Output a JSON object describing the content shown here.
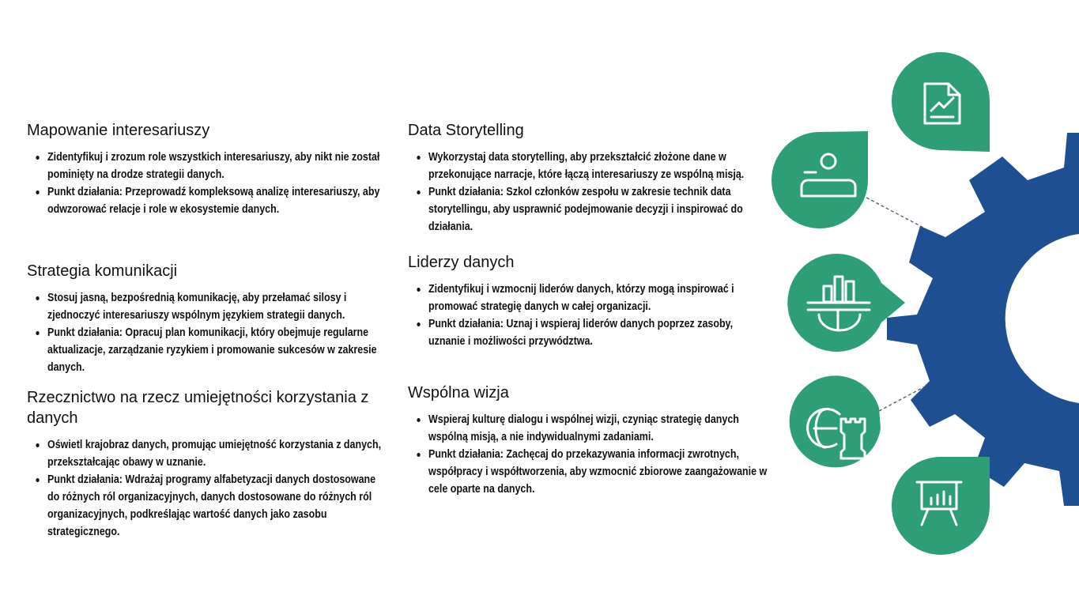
{
  "sections": {
    "mapowanie": {
      "title": "Mapowanie interesariuszy",
      "bullets": [
        "Zidentyfikuj i zrozum role wszystkich interesariuszy, aby nikt nie został pominięty na drodze strategii danych.",
        "Punkt działania: Przeprowadź kompleksową analizę interesariuszy, aby odwzorować relacje i role w ekosystemie danych."
      ]
    },
    "strategia": {
      "title": "Strategia komunikacji",
      "bullets": [
        "Stosuj jasną, bezpośrednią komunikację, aby przełamać silosy i zjednoczyć interesariuszy wspólnym językiem strategii danych.",
        "Punkt działania: Opracuj plan komunikacji, który obejmuje regularne aktualizacje, zarządzanie ryzykiem i promowanie sukcesów w zakresie danych."
      ]
    },
    "rzecznictwo": {
      "title": "Rzecznictwo na rzecz umiejętności korzystania z danych",
      "bullets": [
        "Oświetl krajobraz danych, promując umiejętność korzystania z danych, przekształcając obawy w uznanie.",
        "Punkt działania: Wdrażaj programy alfabetyzacji danych dostosowane do różnych ról organizacyjnych, danych dostosowane do różnych ról organizacyjnych, podkreślając wartość danych jako zasobu strategicznego."
      ]
    },
    "storytelling": {
      "title": "Data Storytelling",
      "bullets": [
        "Wykorzystaj data storytelling, aby przekształcić złożone dane w przekonujące narracje, które łączą interesariuszy ze wspólną misją.",
        "Punkt działania: Szkol członków zespołu w zakresie technik data storytellingu, aby usprawnić podejmowanie decyzji i inspirować do działania."
      ]
    },
    "liderzy": {
      "title": "Liderzy danych",
      "bullets": [
        "Zidentyfikuj i wzmocnij liderów danych, którzy mogą inspirować i promować strategię danych w całej organizacji.",
        "Punkt działania: Uznaj i wspieraj liderów danych poprzez zasoby, uznanie i możliwości przywództwa."
      ]
    },
    "wizja": {
      "title": "Wspólna wizja",
      "bullets": [
        "Wspieraj kulturę dialogu i wspólnej wizji, czyniąc strategię danych wspólną misją, a nie indywidualnymi zadaniami.",
        "Punkt działania: Zachęcaj do przekazywania informacji zwrotnych, współpracy i współtworzenia, aby wzmocnić zbiorowe zaangażowanie w cele oparte na danych."
      ]
    }
  },
  "diagram": {
    "gear_color": "#1f4f93",
    "node_color": "#2e9e77",
    "icon_color": "#ffffff",
    "dash_color": "#4a5a6e",
    "icons": [
      "document-chart-icon",
      "person-icon",
      "bar-chart-globe-icon",
      "globe-rook-icon",
      "presentation-chart-icon"
    ]
  }
}
